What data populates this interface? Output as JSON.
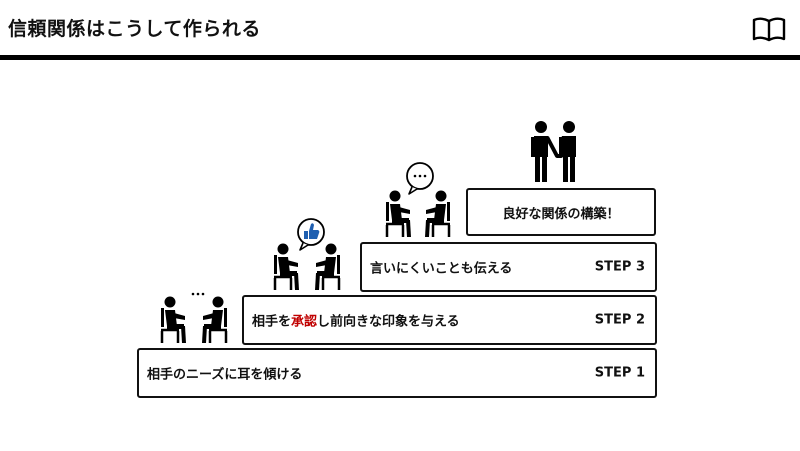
{
  "header": {
    "title": "信頼関係はこうして作られる",
    "book_icon": "open-book-icon"
  },
  "steps": [
    {
      "number": "STEP 1",
      "text": "相手のニーズに耳を傾ける"
    },
    {
      "number": "STEP 2",
      "text_before": "相手を",
      "highlight": "承認",
      "text_after": "し前向きな印象を与える",
      "highlight_color": "#c00000"
    },
    {
      "number": "STEP 3",
      "text": "言いにくいことも伝える"
    }
  ],
  "goal": {
    "text": "良好な関係の構築！"
  },
  "icons": {
    "step1": [
      "listening-pair-icon",
      "ellipsis-icon"
    ],
    "step2": [
      "approval-pair-icon",
      "thumbs-up-bubble-icon"
    ],
    "step3": [
      "talking-pair-icon",
      "speech-bubble-icon"
    ],
    "goal": [
      "handshake-pair-icon"
    ]
  }
}
